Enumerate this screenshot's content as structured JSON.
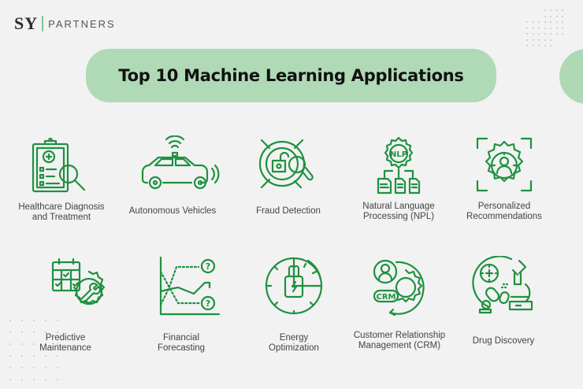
{
  "brand": {
    "logo_mark": "SY",
    "logo_text": "PARTNERS",
    "accent_color": "#1f9140",
    "pill_color": "#b0d9b6",
    "background": "#f2f2f2"
  },
  "title": "Top 10 Machine Learning Applications",
  "applications": [
    {
      "label_line1": "Healthcare Diagnosis",
      "label_line2": "and Treatment",
      "icon": "clipboard-magnifier-icon"
    },
    {
      "label_line1": "Autonomous Vehicles",
      "label_line2": "",
      "icon": "car-wireless-icon"
    },
    {
      "label_line1": "Fraud Detection",
      "label_line2": "",
      "icon": "target-lock-magnifier-icon"
    },
    {
      "label_line1": "Natural Language",
      "label_line2": "Processing (NPL)",
      "icon": "nlp-gear-documents-icon",
      "icon_text": "NLP"
    },
    {
      "label_line1": "Personalized",
      "label_line2": "Recommendations",
      "icon": "gear-user-target-icon"
    },
    {
      "label_line1": "Predictive",
      "label_line2": "Maintenance",
      "icon": "calendar-gear-wrench-icon"
    },
    {
      "label_line1": "Financial",
      "label_line2": "Forecasting",
      "icon": "chart-question-icon"
    },
    {
      "label_line1": "Energy",
      "label_line2": "Optimization",
      "icon": "plug-gauge-icon"
    },
    {
      "label_line1": "Customer Relationship",
      "label_line2": "Management (CRM)",
      "icon": "crm-user-gear-icon",
      "icon_text": "CRM"
    },
    {
      "label_line1": "Drug Discovery",
      "label_line2": "",
      "icon": "microscope-pills-icon"
    }
  ]
}
